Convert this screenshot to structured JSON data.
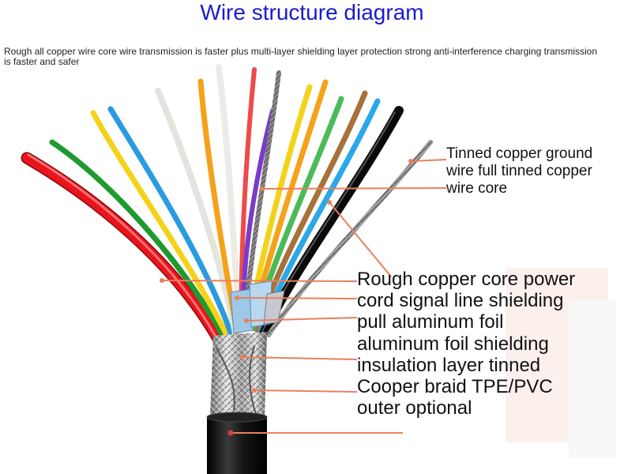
{
  "title": "Wire structure diagram",
  "subtitle": "Rough all copper wire core wire transmission is faster plus multi-layer shielding layer protection strong anti-interference charging transmission is faster and safer",
  "labels": {
    "ground_wire": [
      "Tinned copper ground",
      "wire full tinned copper",
      "wire core"
    ],
    "main": [
      "Rough copper core power",
      "cord signal line shielding",
      "pull aluminum foil",
      "aluminum foil shielding",
      "insulation layer tinned",
      "Cooper braid TPE/PVC",
      "outer optional"
    ]
  },
  "colors": {
    "title": "#1a1acd",
    "leader_line": "#e8805e",
    "jacket": "#111111",
    "wires": [
      "#e8141e",
      "#1e9a2e",
      "#f5d21a",
      "#2a9be0",
      "#f0f0ea",
      "#f5a21a",
      "#f0f0ea",
      "#ee4a4a",
      "#7a3cc8",
      "#9a9a9a",
      "#f5d21a",
      "#f5a21a",
      "#4cba58",
      "#a8703a",
      "#2aa8e8",
      "#111111",
      "#b0b0b0"
    ]
  }
}
